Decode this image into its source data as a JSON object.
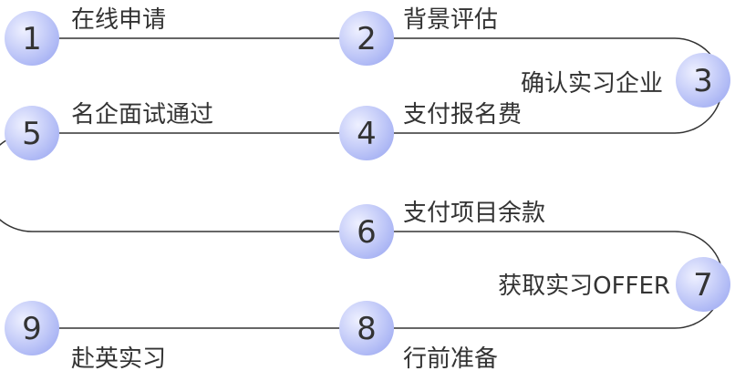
{
  "colors": {
    "line": "#333333",
    "circle_light": "#eef0ff",
    "circle_dark": "#a9b4f4",
    "text": "#333333"
  },
  "steps": [
    {
      "num": "1",
      "label": "在线申请"
    },
    {
      "num": "2",
      "label": "背景评估"
    },
    {
      "num": "3",
      "label": "确认实习企业"
    },
    {
      "num": "4",
      "label": "支付报名费"
    },
    {
      "num": "5",
      "label": "名企面试通过"
    },
    {
      "num": "6",
      "label": "支付项目余款"
    },
    {
      "num": "7",
      "label": "获取实习OFFER"
    },
    {
      "num": "8",
      "label": "行前准备"
    },
    {
      "num": "9",
      "label": "赴英实习"
    }
  ]
}
